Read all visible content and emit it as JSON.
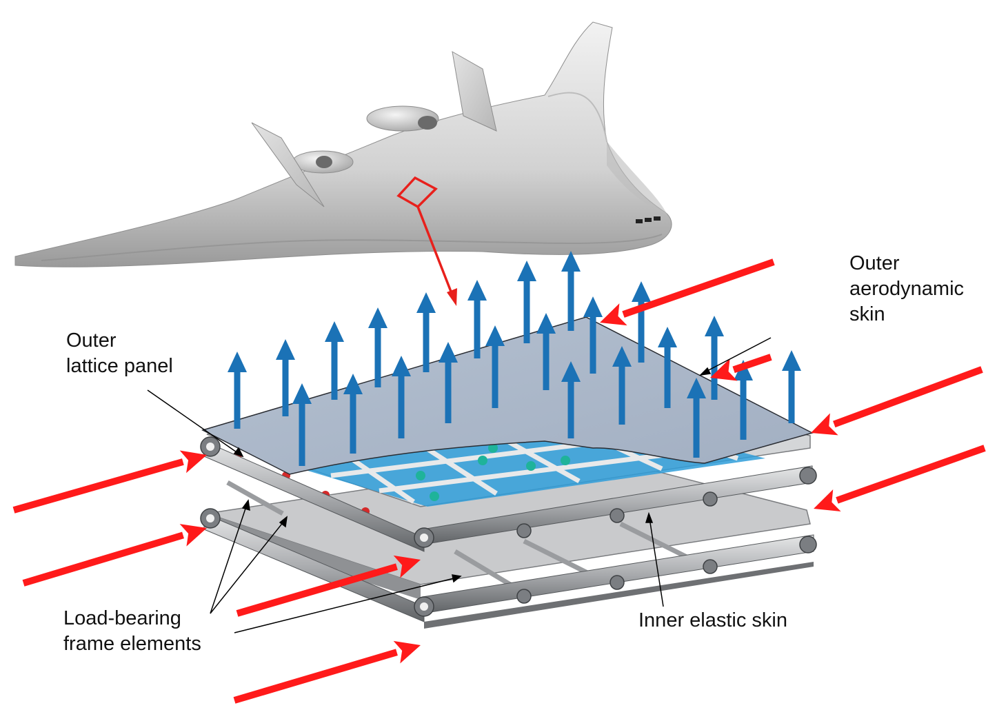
{
  "labels": {
    "outer_skin": [
      "Outer",
      "aerodynamic",
      "skin"
    ],
    "lattice_panel": [
      "Outer",
      "lattice panel"
    ],
    "frame_elements": [
      "Load-bearing",
      "frame elements"
    ],
    "inner_skin": "Inner elastic skin"
  },
  "colors": {
    "load_arrow_in_plane": "#ff1a1a",
    "pressure_arrow": "#1b72b6",
    "outer_skin_fill": "#a9b6c8",
    "lattice_inner_skin": "#2f9ed9",
    "frame_metal": "#a6a8ab",
    "callout_line": "#000000",
    "detail_marker": "#e8201c"
  },
  "icons": {
    "aircraft": "blended-wing-body-aircraft",
    "detail_marker": "detail-zoom-diamond"
  }
}
